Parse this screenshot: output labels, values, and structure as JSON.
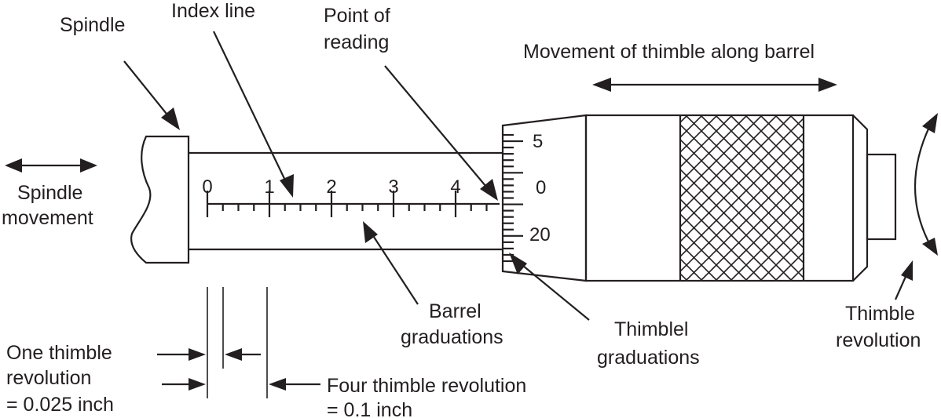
{
  "labels": {
    "spindle": "Spindle",
    "index_line": "Index line",
    "point_of_reading_1": "Point of",
    "point_of_reading_2": "reading",
    "movement_thimble": "Movement of thimble along barrel",
    "spindle_movement_1": "Spindle",
    "spindle_movement_2": "movement",
    "barrel_grad_1": "Barrel",
    "barrel_grad_2": "graduations",
    "thimble_grad_1": "Thimblel",
    "thimble_grad_2": "graduations",
    "thimble_rev_1": "Thimble",
    "thimble_rev_2": "revolution",
    "one_rev_1": "One thimble",
    "one_rev_2": "revolution",
    "one_rev_3": "= 0.025 inch",
    "four_rev_1": "Four thimble revolution",
    "four_rev_2": "= 0.1 inch"
  },
  "barrel_scale": [
    "0",
    "1",
    "2",
    "3",
    "4"
  ],
  "thimble_scale": [
    "5",
    "0",
    "20"
  ],
  "colors": {
    "ink": "#231f20",
    "background": "#ffffff"
  }
}
